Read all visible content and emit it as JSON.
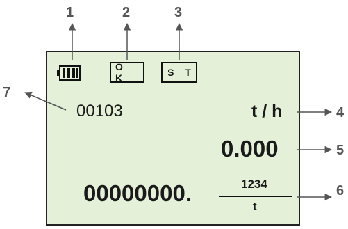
{
  "callouts": [
    "1",
    "2",
    "3",
    "4",
    "5",
    "6",
    "7"
  ],
  "display": {
    "ok_label": "O K",
    "st_label": "S T",
    "counter": "00103",
    "unit": "t / h",
    "rate": "0.000",
    "total": "00000000.",
    "total_unit_numerator": "1234",
    "total_unit_denominator": "t"
  },
  "colors": {
    "lcd_background": "#e4f1d8",
    "ink": "#111111",
    "callout": "#555555"
  },
  "icons": {
    "battery": "battery-icon"
  }
}
